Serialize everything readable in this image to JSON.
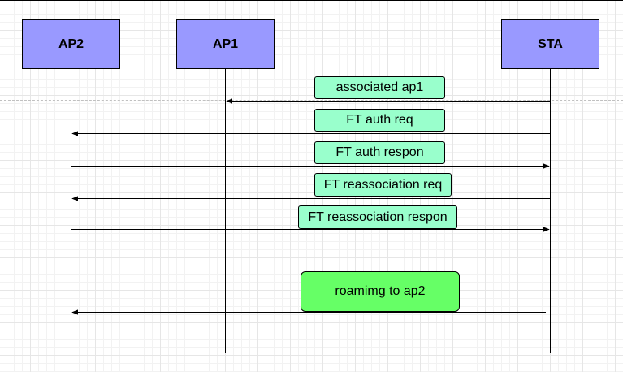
{
  "diagram": {
    "actors": [
      {
        "id": "ap2",
        "label": "AP2"
      },
      {
        "id": "ap1",
        "label": "AP1"
      },
      {
        "id": "sta",
        "label": "STA"
      }
    ],
    "messages": [
      {
        "label": "associated ap1",
        "from": "sta",
        "to": "ap1"
      },
      {
        "label": "FT auth req",
        "from": "sta",
        "to": "ap2"
      },
      {
        "label": "FT auth respon",
        "from": "ap2",
        "to": "sta"
      },
      {
        "label": "FT reassociation req",
        "from": "sta",
        "to": "ap2"
      },
      {
        "label": "FT reassociation respon",
        "from": "ap2",
        "to": "sta"
      },
      {
        "label": "roamimg to ap2",
        "from": "sta",
        "to": "ap2"
      }
    ],
    "colors": {
      "actor_fill": "#9999ff",
      "message_fill": "#99ffcc",
      "final_message_fill": "#66ff66",
      "line": "#000000"
    }
  }
}
